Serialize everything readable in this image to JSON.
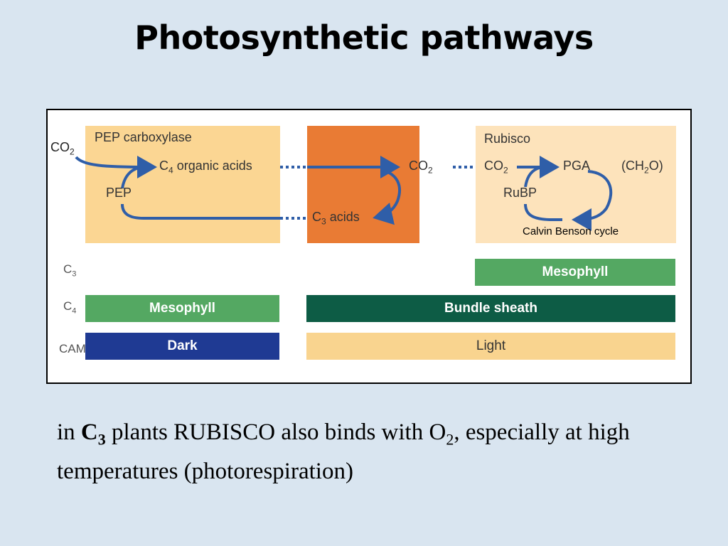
{
  "slide": {
    "title": "Photosynthetic pathways"
  },
  "diagram": {
    "co2_left_main": "CO",
    "co2_left_sub": "2",
    "pep_carboxylase": "PEP carboxylase",
    "c4_acids_main": "C",
    "c4_acids_sub": "4",
    "c4_acids_rest": " organic acids",
    "pep": "PEP",
    "co2_mid_main": "CO",
    "co2_mid_sub": "2",
    "c3_acids_main": "C",
    "c3_acids_sub": "3",
    "c3_acids_rest": " acids",
    "rubisco": "Rubisco",
    "co2_right_main": "CO",
    "co2_right_sub": "2",
    "pga": "PGA",
    "ch2o_pre": "(CH",
    "ch2o_sub": "2",
    "ch2o_post": "O)",
    "rubp": "RuBP",
    "calvin_cycle": "Calvin Benson cycle"
  },
  "rows": {
    "c3": {
      "label_main": "C",
      "label_sub": "3",
      "bar": "Mesophyll"
    },
    "c4": {
      "label_main": "C",
      "label_sub": "4",
      "bar_left": "Mesophyll",
      "bar_right": "Bundle sheath"
    },
    "cam": {
      "label": "CAM",
      "bar_left": "Dark",
      "bar_right": "Light"
    }
  },
  "colors": {
    "pep_box": "#fbd693",
    "bundle_box": "#e97b34",
    "rubisco_box": "#fde3bb",
    "arrow_blue": "#2f5ea8",
    "mesophyll_green": "#54a862",
    "bundle_sheath_green": "#0d5c45",
    "dark_blue": "#1f3a93",
    "light_tan": "#f9d48f"
  },
  "caption": {
    "p1": "in ",
    "c_main": "C",
    "c_sub": "3",
    "p2": " plants RUBISCO also binds with O",
    "o_sub": "2",
    "p3": ", especially at high temperatures (photorespiration)"
  }
}
